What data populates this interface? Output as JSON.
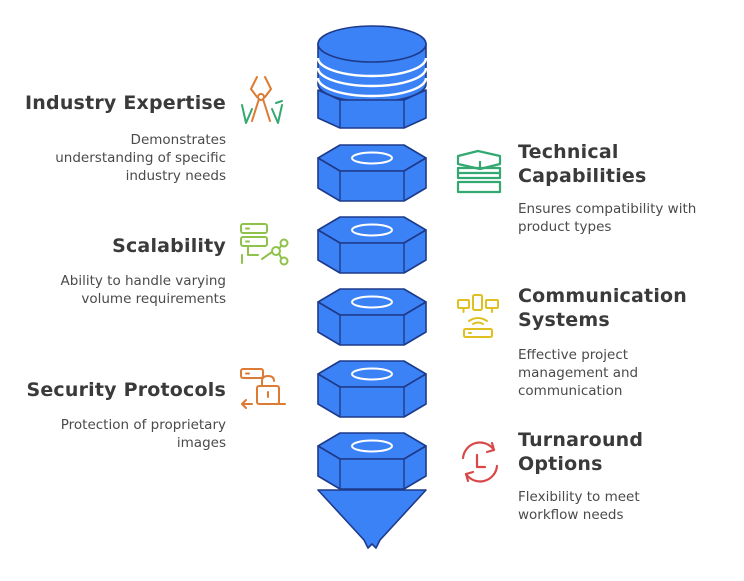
{
  "colors": {
    "stack_fill": "#3b82f6",
    "stack_stroke": "#1e3a8a",
    "orange": "#dd7a33",
    "green_dark": "#33a870",
    "green_light": "#8ec24a",
    "yellow": "#e0c020",
    "red": "#d94848"
  },
  "items": [
    {
      "title": "Industry Expertise",
      "description": "Demonstrates\nunderstanding of specific\nindustry needs",
      "icon": "pliers-icon"
    },
    {
      "title": "Technical\nCapabilities",
      "description": "Ensures compatibility with\nproduct types",
      "icon": "stacked-boxes-icon"
    },
    {
      "title": "Scalability",
      "description": "Ability to handle varying\nvolume requirements",
      "icon": "server-network-icon"
    },
    {
      "title": "Communication\nSystems",
      "description": "Effective project\nmanagement and\ncommunication",
      "icon": "devices-router-icon"
    },
    {
      "title": "Security Protocols",
      "description": "Protection of proprietary\nimages",
      "icon": "padlock-icon"
    },
    {
      "title": "Turnaround\nOptions",
      "description": "Flexibility to meet\nworkflow needs",
      "icon": "clock-cycle-icon"
    }
  ]
}
